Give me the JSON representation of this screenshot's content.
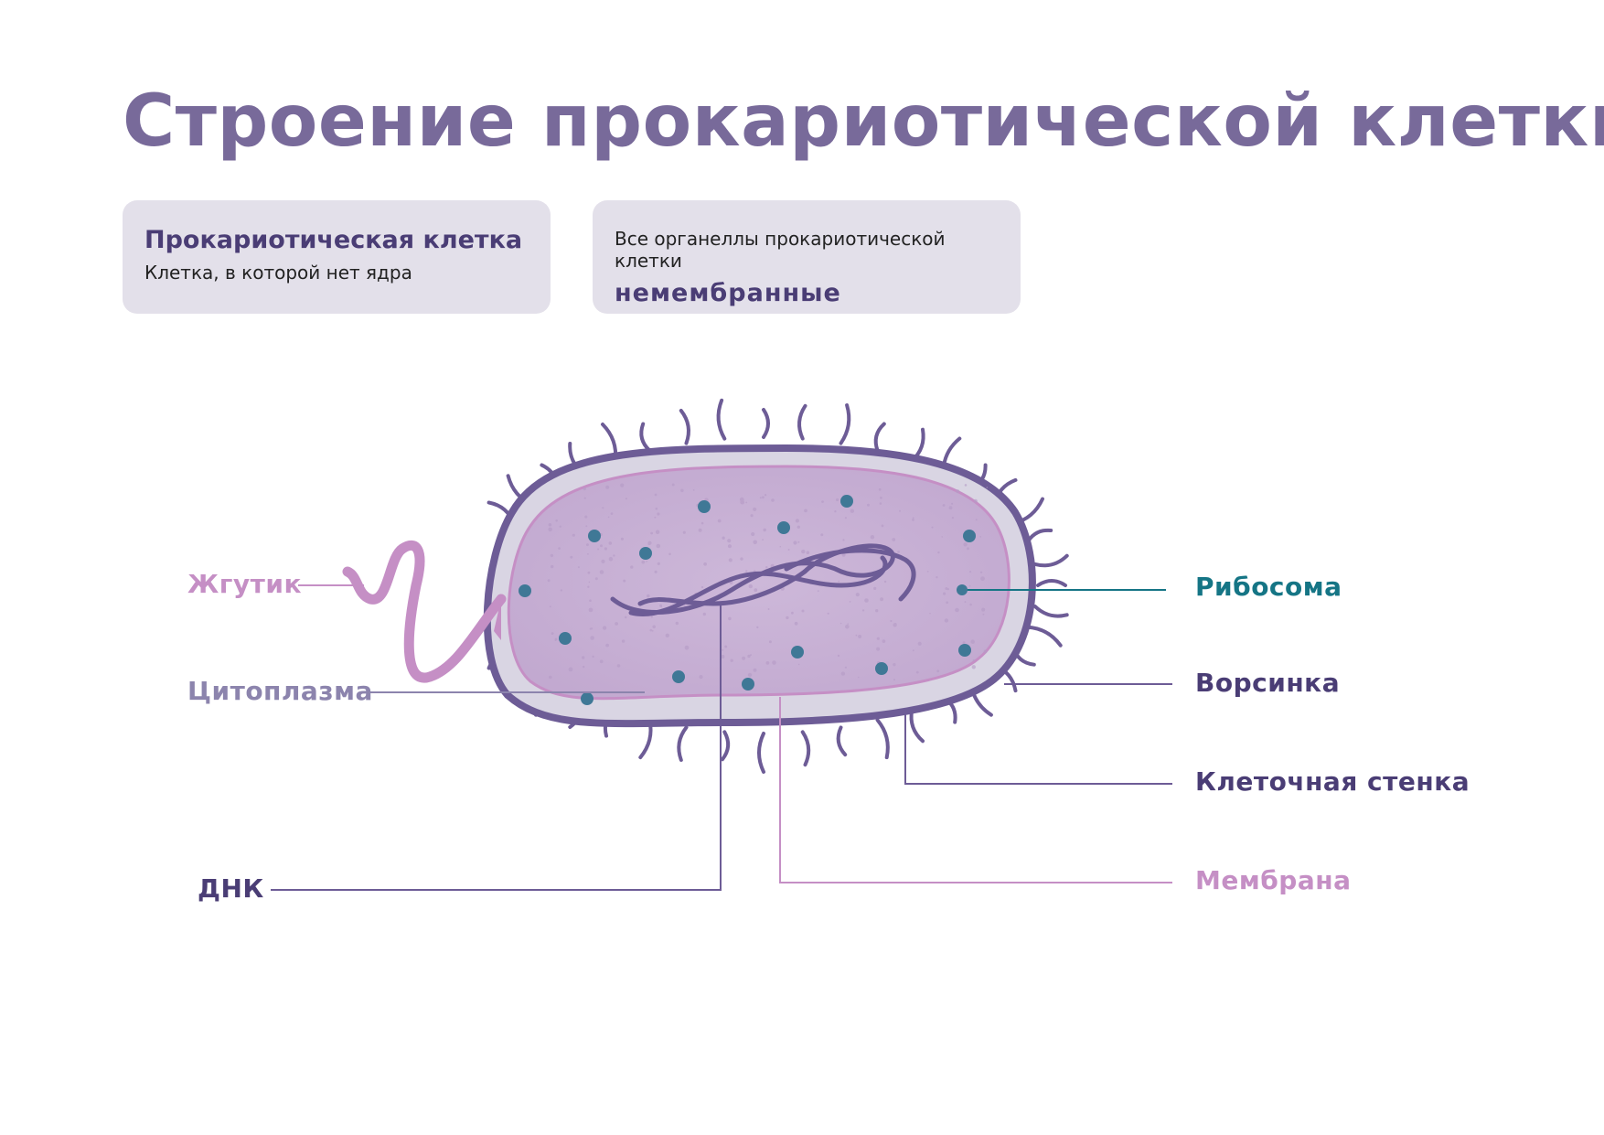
{
  "title": "Строение прокариотической клетки",
  "card1": {
    "heading": "Прокариотическая клетка",
    "text": "Клетка, в которой нет ядра"
  },
  "card2": {
    "text": "Все органеллы прокариотической клетки",
    "emphasis": "немембранные"
  },
  "labels": {
    "flagellum": "Жгутик",
    "cytoplasm": "Цитоплазма",
    "dna": "ДНК",
    "ribosome": "Рибосома",
    "pilus": "Ворсинка",
    "cell_wall": "Клеточная стенка",
    "membrane": "Мембрана"
  },
  "colors": {
    "title": "#786a9a",
    "dark": "#4a3d75",
    "pink": "#c58fc5",
    "teal": "#157585",
    "gray_purple": "#8c84ad",
    "wall": "#6d5c96",
    "cytoplasm": "#c9b3d6",
    "periplasm": "#d9d5e3",
    "ribosome": "#3f7896"
  }
}
